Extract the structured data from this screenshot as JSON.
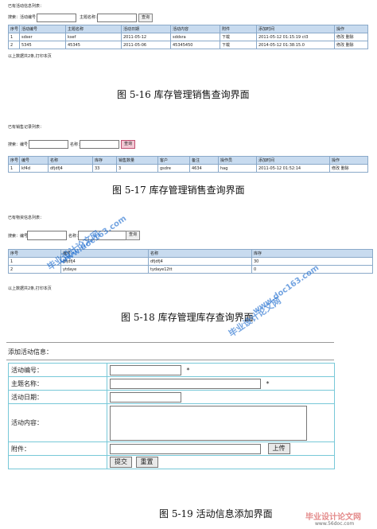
{
  "fig16": {
    "list_title": "已有活动信息列表：",
    "search": {
      "label1": "搜索：活动编号：",
      "label2": "主题名称：",
      "btn": "查询"
    },
    "headers": [
      "序号",
      "活动编号",
      "主题名称",
      "活动日期",
      "活动内容",
      "附件",
      "添加时间",
      "操作"
    ],
    "rows": [
      [
        "1",
        "sdser",
        "ksef",
        "2011-05-12",
        "sddsra",
        "下载",
        "2011-05-12 01:15:19 ct3",
        "修改 删除"
      ],
      [
        "2",
        "5345",
        "45345",
        "2011-05-06",
        "45345450",
        "下载",
        "2014-05-12 01:38:15.0",
        "修改 删除"
      ]
    ],
    "footer": "以上数据共2条,打印本页",
    "caption": "图 5-16   库存管理销售查询界面"
  },
  "fig17": {
    "list_title": "已有销售记录列表：",
    "search": {
      "label1": "搜索：编号：",
      "label2": "名称：",
      "btn": "查询"
    },
    "headers": [
      "序号",
      "编号",
      "名称",
      "库存",
      "销售数量",
      "客户",
      "备注",
      "操作员",
      "添加时间",
      "操作"
    ],
    "rows": [
      [
        "1",
        "kf4d",
        "dfjdfj4",
        "33",
        "3",
        "gsdre",
        "4634",
        "hag",
        "2011-05-12 01:52:14",
        "修改 删除"
      ]
    ],
    "caption": "图 5-17   库存管理销售查询界面"
  },
  "fig18": {
    "list_title": "已有物资信息列表：",
    "search": {
      "label1": "搜索：编号：",
      "label2": "名称：",
      "btn": "查询"
    },
    "headers": [
      "序号",
      "编号",
      "名称",
      "库存"
    ],
    "rows": [
      [
        "1",
        "dfjdfj4",
        "dfjdfj4",
        "30"
      ],
      [
        "2",
        "ytdaye",
        "tydaye12tt",
        "0"
      ]
    ],
    "footer": "以上数据共2条,打印本页",
    "caption": "图 5-18 库存管理库存查询界面"
  },
  "fig19": {
    "title": "添加活动信息：",
    "fields": {
      "code": "活动编号：",
      "subject": "主题名称：",
      "date": "活动日期：",
      "content": "活动内容：",
      "attach": "附件："
    },
    "required_mark": "*",
    "upload_btn": "上传",
    "submit_btn": "提交",
    "reset_btn": "重置",
    "caption": "图 5-19   活动信息添加界面"
  },
  "watermarks": {
    "text_cn": "毕业设计论文网",
    "url": "www.doc163.com",
    "bottom_cn": "毕业设计论文网",
    "bottom_url": "www.56doc.com"
  }
}
